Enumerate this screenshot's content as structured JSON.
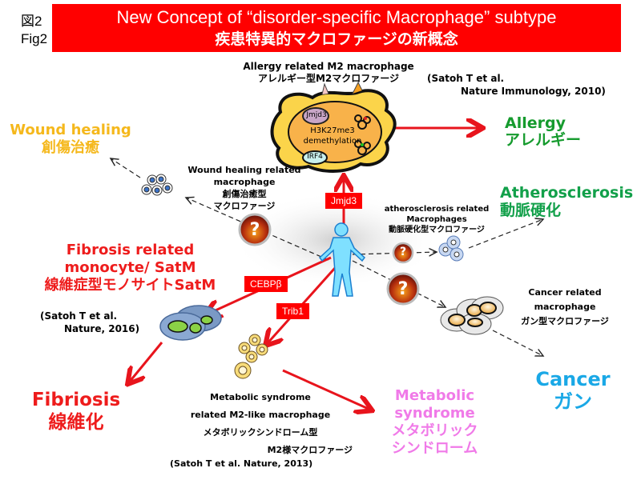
{
  "figure_label": {
    "jp": "図2",
    "en": "Fig2"
  },
  "title": {
    "en": "New Concept of “disorder-specific Macrophage” subtype",
    "jp": "疾患特異的マクロファージの新概念"
  },
  "colors": {
    "banner": "#ff0000",
    "arrow_red": "#e8141c",
    "wound": "#f5b81c",
    "allergy": "#169b2e",
    "athero": "#12a04a",
    "fibrosis": "#ee1c1c",
    "metabolic": "#f07ae8",
    "cancer": "#1aa8e6",
    "human": "#7fe0ff"
  },
  "allergy_macrophage": {
    "label_en": "Allergy related M2 macrophage",
    "label_jp": "アレルギー型M2マクロファージ",
    "citation_line1": "(Satoh T et al.",
    "citation_line2": "Nature Immunology, 2010)",
    "nucleus": {
      "jmjd3": "Jmjd3",
      "mark_line1": "H3K27me3",
      "mark_line2": "demethylation",
      "irf4": "IRF4"
    }
  },
  "outcomes": {
    "allergy": {
      "en": "Allergy",
      "jp": "アレルギー"
    },
    "wound": {
      "en": "Wound healing",
      "jp": "創傷治癒"
    },
    "athero": {
      "en": "Atherosclerosis",
      "jp": "動脈硬化"
    },
    "fibrosis": {
      "en": "Fibriosis",
      "jp": "線維化"
    },
    "metabolic": {
      "line1": "Metabolic",
      "line2": "syndrome",
      "line3": "メタボリック",
      "line4": "シンドローム"
    },
    "cancer": {
      "en": "Cancer",
      "jp": "ガン"
    }
  },
  "cell_labels": {
    "wound": {
      "line1": "Wound healing related",
      "line2": "macrophage",
      "line3": "創傷治癒型",
      "line4": "マクロファージ"
    },
    "athero": {
      "line1": "atherosclerosis related",
      "line2": "Macrophages",
      "line3": "動脈硬化型マクロファージ"
    },
    "fibrosis": {
      "line1": "Fibrosis related",
      "line2": "monocyte/ SatM",
      "line3": "線維症型モノサイトSatM",
      "cite1": "(Satoh T et al.",
      "cite2": "Nature, 2016)"
    },
    "cancer": {
      "line1": "Cancer related",
      "line2": "macrophage",
      "line3": "ガン型マクロファージ"
    },
    "metabolic": {
      "line1": "Metabolic syndrome",
      "line2": "related M2-like macrophage",
      "line3": "メタボリックシンドローム型",
      "line4": "M2様マクロファージ",
      "cite": "(Satoh T et al. Nature, 2013)"
    }
  },
  "factors": {
    "jmjd3": "Jmjd3",
    "cebpb": "CEBPβ",
    "trib1": "Trib1"
  },
  "unknown_marker": "?"
}
